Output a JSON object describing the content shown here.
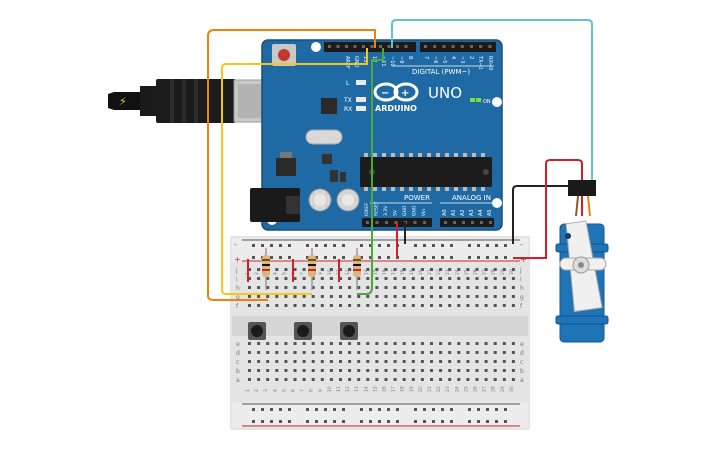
{
  "board": {
    "brand": "ARDUINO",
    "model": "UNO",
    "digital_label": "DIGITAL (PWM~)",
    "power_label": "POWER",
    "analog_label": "ANALOG IN",
    "on_label": "ON",
    "led_l": "L",
    "led_tx": "TX",
    "led_rx": "RX",
    "top_pins": [
      "AREF",
      "GND",
      "13",
      "12",
      "~11",
      "~10",
      "~9",
      "8",
      "7",
      "~6",
      "~5",
      "4",
      "~3",
      "2",
      "TX→1",
      "RX←0"
    ],
    "power_pins": [
      "IOREF",
      "RESET",
      "3.3V",
      "5V",
      "GND",
      "GND",
      "Vin"
    ],
    "analog_pins": [
      "A0",
      "A1",
      "A2",
      "A3",
      "A4",
      "A5"
    ]
  },
  "breadboard": {
    "column_numbers": [
      "1",
      "2",
      "3",
      "4",
      "5",
      "6",
      "7",
      "8",
      "9",
      "10",
      "11",
      "12",
      "13",
      "14",
      "15",
      "16",
      "17",
      "18",
      "19",
      "20",
      "21",
      "22",
      "23",
      "24",
      "25",
      "26",
      "27",
      "28",
      "29",
      "30"
    ],
    "rows_top": [
      "j",
      "i",
      "h",
      "g",
      "f"
    ],
    "rows_bottom": [
      "e",
      "d",
      "c",
      "b",
      "a"
    ],
    "rail_plus": "+",
    "rail_minus": "-"
  },
  "components": {
    "buttons": [
      "button-1",
      "button-2",
      "button-3"
    ],
    "resistors": [
      "resistor-1",
      "resistor-2",
      "resistor-3"
    ],
    "servo": "servo"
  },
  "colors": {
    "board": "#1f6aa5",
    "wire_orange": "#e8850d",
    "wire_yellow": "#f2c81a",
    "wire_green": "#4aab3a",
    "wire_cyan": "#5fc5c9",
    "wire_red": "#d0202a",
    "wire_black": "#222222",
    "servo": "#1f73b7"
  }
}
